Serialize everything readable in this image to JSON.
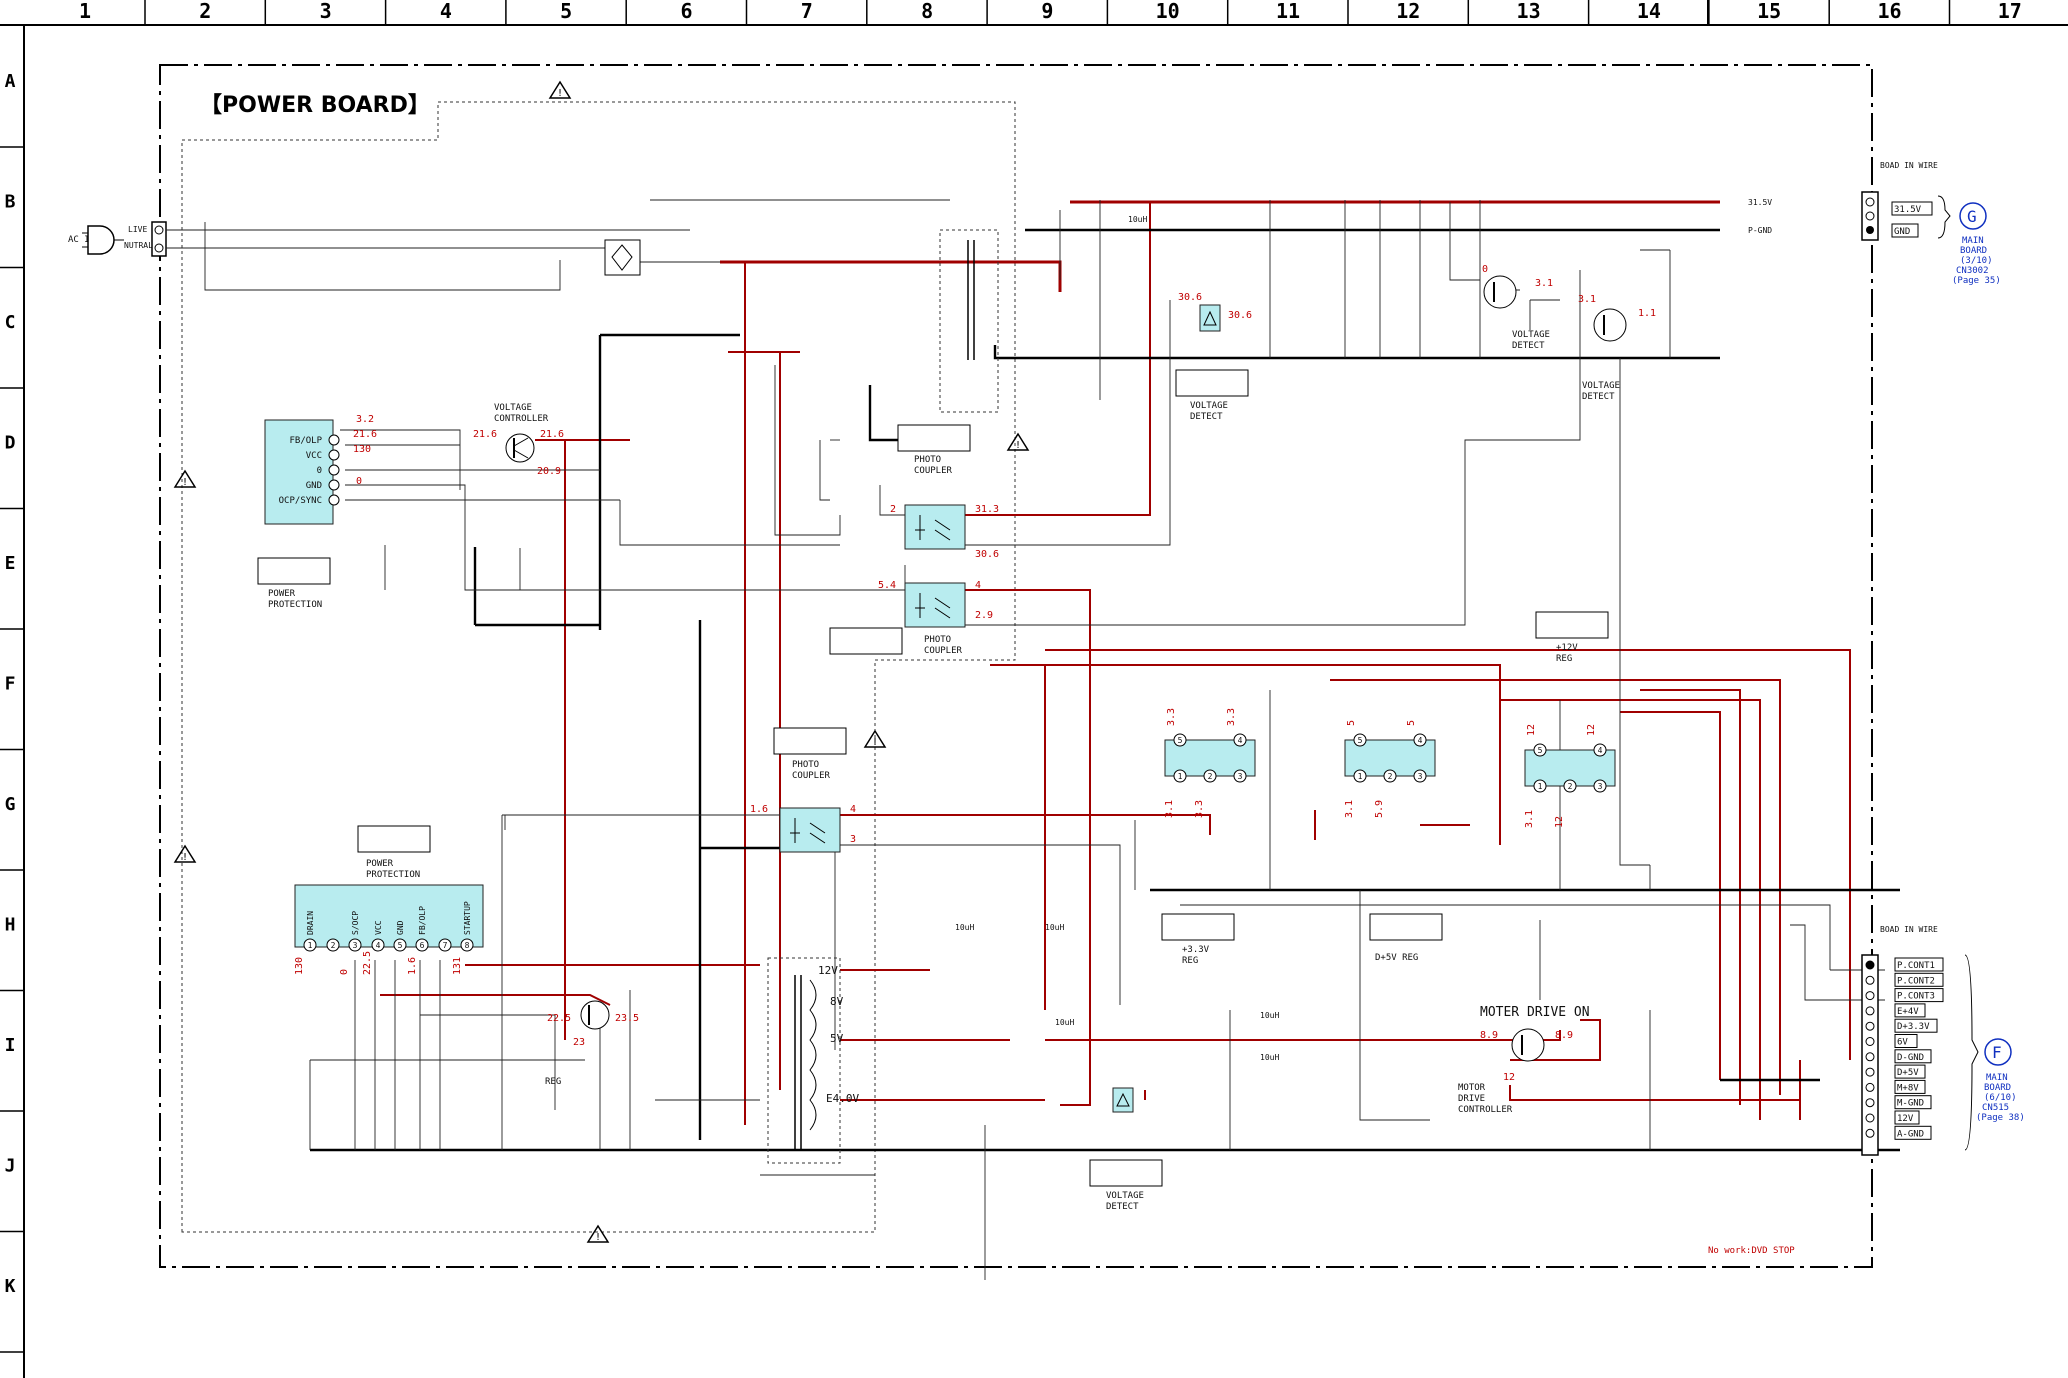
{
  "header": {
    "columns": [
      "1",
      "2",
      "3",
      "4",
      "5",
      "6",
      "7",
      "8",
      "9",
      "10",
      "11",
      "12",
      "13",
      "14",
      "15",
      "16",
      "17"
    ],
    "rows": [
      "A",
      "B",
      "C",
      "D",
      "E",
      "F",
      "G",
      "H",
      "I",
      "J",
      "K"
    ]
  },
  "board_title": "【POWER BOARD】",
  "ac_input": {
    "label": "AC IN",
    "live": "LIVE",
    "neutral": "NUTRAL"
  },
  "ic_top": {
    "pins": [
      "FB/OLP",
      "VCC",
      "0",
      "GND",
      "OCP/SYNC"
    ],
    "voltages": [
      "3.2",
      "21.6",
      "130",
      "0"
    ]
  },
  "ic_bottom": {
    "pins": [
      "DRAIN",
      "S/OCP",
      "VCC",
      "GND",
      "FB/OLP",
      "STARTUP"
    ],
    "pin_numbers": [
      "1",
      "2",
      "3",
      "4",
      "5",
      "6",
      "7",
      "8"
    ],
    "voltages": [
      "130",
      "0",
      "22.5",
      "1.6",
      "131"
    ]
  },
  "labels": {
    "voltage_controller": "VOLTAGE\nCONTROLLER",
    "power_protection": "POWER\nPROTECTION",
    "photo_coupler": "PHOTO\nCOUPLER",
    "voltage_detect": "VOLTAGE\nDETECT",
    "reg": "REG",
    "reg_12v": "+12V\nREG",
    "reg_33v": "+3.3V\nREG",
    "reg_d5v": "D+5V REG",
    "motor_drive_on": "MOTER DRIVE ON",
    "motor_drive_controller": "MOTOR\nDRIVE\nCONTROLLER",
    "note": "No work:DVD STOP",
    "inductor": "10uH"
  },
  "transformer_taps": [
    "12V",
    "8V",
    "5V",
    "E4.0V"
  ],
  "transistor_voltages": {
    "q_controller": [
      "21.6",
      "21.6",
      "20.9"
    ],
    "q_reg": [
      "22.5",
      "23.5",
      "23"
    ],
    "q_detect1": [
      "0",
      "3.1"
    ],
    "q_detect2": [
      "3.1",
      "1.1"
    ],
    "zener": [
      "30.6",
      "30.6"
    ],
    "motor": [
      "8.9",
      "8.9",
      "12"
    ]
  },
  "coupler_voltages": {
    "top": [
      "2",
      "31.3",
      "30.6"
    ],
    "mid": [
      "5.4",
      "4",
      "2.9"
    ],
    "low": [
      "1.6",
      "4",
      "3"
    ]
  },
  "regulators": [
    {
      "top": [
        "5",
        "4"
      ],
      "bottom": [
        "1",
        "2",
        "3"
      ],
      "v_top": [
        "3.3",
        "3.3"
      ],
      "v_side": [
        "3.1",
        "3.3"
      ]
    },
    {
      "top": [
        "5",
        "4"
      ],
      "bottom": [
        "1",
        "2",
        "3"
      ],
      "v_top": [
        "5",
        "5"
      ],
      "v_side": [
        "3.1",
        "5.9"
      ]
    },
    {
      "top": [
        "5",
        "4"
      ],
      "bottom": [
        "1",
        "2",
        "3"
      ],
      "v_top": [
        "12",
        "12"
      ],
      "v_side": [
        "3.1",
        "12"
      ]
    }
  ],
  "connector_g": {
    "board_in_wire": "BOAD IN WIRE",
    "wire_labels": [
      "31.5V",
      "P-GND"
    ],
    "pins": [
      "31.5V",
      "GND"
    ],
    "marker": "G",
    "ref": [
      "MAIN",
      "BOARD",
      "(3/10)",
      "CN3002",
      "(Page 35)"
    ]
  },
  "connector_f": {
    "board_in_wire": "BOAD IN WIRE",
    "pins": [
      "P.CONT1",
      "P.CONT2",
      "P.CONT3",
      "E+4V",
      "D+3.3V",
      "6V",
      "D-GND",
      "D+5V",
      "M+8V",
      "M-GND",
      "12V",
      "A-GND"
    ],
    "marker": "F",
    "ref": [
      "MAIN",
      "BOARD",
      "(6/10)",
      "CN515",
      "(Page 38)"
    ]
  },
  "colors": {
    "power_trace": "#a00000",
    "ic_fill": "#b8ecef",
    "ref_blue": "#1030c0"
  }
}
